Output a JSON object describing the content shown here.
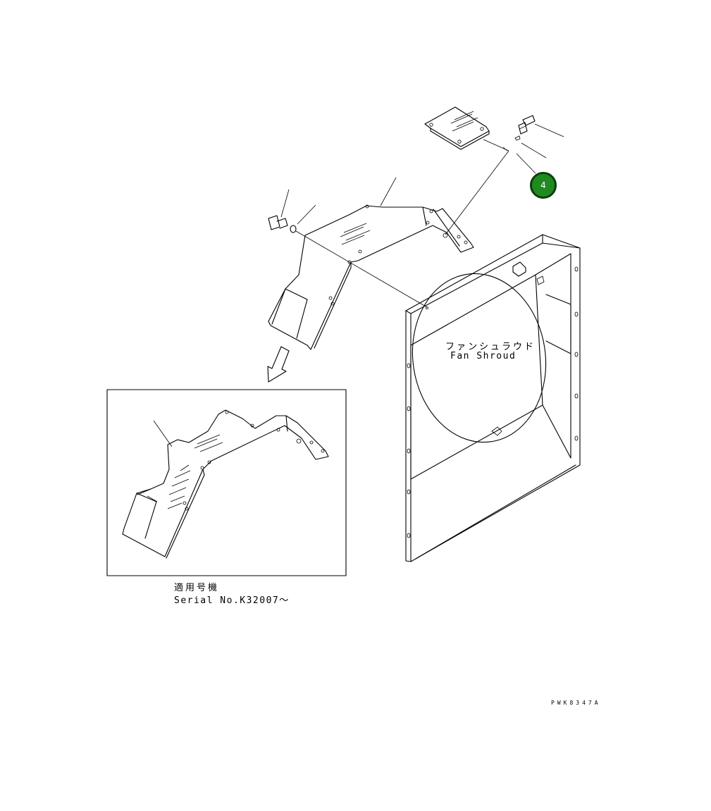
{
  "labels": {
    "fan_shroud_ja": "ファンシュラウド",
    "fan_shroud_en": "Fan Shroud",
    "serial_ja": "適用号機",
    "serial_en": "Serial No.K32007～",
    "drawing_code": "PWK8347A"
  },
  "callouts": [
    {
      "number": "4",
      "color": "#1f8a1f"
    }
  ]
}
